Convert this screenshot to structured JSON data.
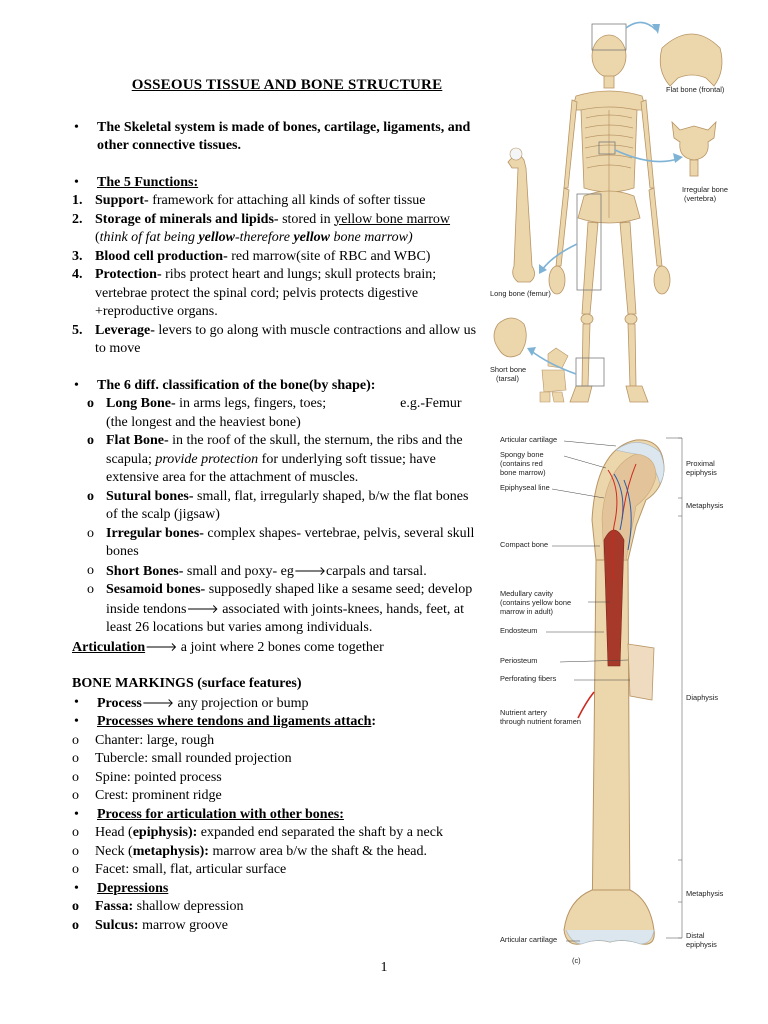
{
  "document": {
    "title": "OSSEOUS TISSUE AND BONE STRUCTURE",
    "page_number": "1"
  },
  "intro": {
    "bullet": "•",
    "text": "The Skeletal system is made of bones, cartilage, ligaments, and other connective tissues."
  },
  "functions": {
    "heading": "The 5 Functions:",
    "items": [
      {
        "num": "1.",
        "term": "Support-",
        "text": " framework for attaching all kinds of softer tissue"
      },
      {
        "num": "2.",
        "term": "Storage of minerals and lipids-",
        "text": " stored in ",
        "underlined": "yellow bone marrow",
        "note_open": "(",
        "note_a": "think of fat being ",
        "note_b": "yellow",
        "note_c": "-therefore ",
        "note_d": "yellow",
        "note_e": " bone marrow)"
      },
      {
        "num": "3.",
        "term": "Blood cell production-",
        "text": " red marrow(site of RBC and WBC)"
      },
      {
        "num": "4.",
        "term": "Protection-",
        "text": " ribs protect heart and lungs; skull protects brain; vertebrae protect the spinal cord; pelvis protects digestive +reproductive organs."
      },
      {
        "num": "5.",
        "term": "Leverage-",
        "text": " levers to go along with muscle contractions and allow us to move"
      }
    ]
  },
  "classification": {
    "heading": "The 6 diff. classification of the bone(by shape):",
    "sub_marker": "o",
    "items": [
      {
        "term": "Long Bone-",
        "text": " in arms legs, fingers, toes;",
        "extra": "e.g.-Femur",
        "text2": "(the longest and the heaviest bone)"
      },
      {
        "term": "Flat Bone-",
        "text": " in the roof of the skull, the sternum, the ribs and the scapula; ",
        "italic": "provide protection",
        "text2": " for underlying soft tissue; have extensive area for the attachment of muscles."
      },
      {
        "term": "Sutural bones-",
        "text": " small, flat, irregularly shaped, b/w the flat bones of the scalp (jigsaw)"
      },
      {
        "term": "Irregular bones-",
        "text": " complex shapes- vertebrae, pelvis, several skull bones"
      },
      {
        "term": "Short Bones-",
        "text": " small and poxy- eg",
        "arrow": "🡒",
        "text2": "carpals and tarsal."
      },
      {
        "term": "Sesamoid bones-",
        "text": " supposedly shaped like a sesame seed; develop inside tendons",
        "arrow": "🡒",
        "text2": " associated with joints-knees, hands, feet, at least 26 locations but varies among individuals."
      }
    ],
    "articulation": {
      "term": "Articulation",
      "arrow": "🡒",
      "text": " a joint where 2 bones come together"
    }
  },
  "markings": {
    "heading": "BONE MARKINGS (surface features)",
    "process": {
      "term": "Process",
      "arrow": "🡒",
      "text": " any projection or bump"
    },
    "tendons": {
      "heading": "Processes where tendons and ligaments attach",
      "colon": ":",
      "items": [
        "Chanter: large, rough",
        "Tubercle: small rounded projection",
        "Spine: pointed process",
        "Crest: prominent ridge"
      ]
    },
    "articulation": {
      "heading": "Process for articulation with other bones:",
      "items": [
        {
          "a": "Head (",
          "b": "epiphysis):",
          "c": " expanded end separated the shaft by a neck"
        },
        {
          "a": "Neck (",
          "b": "metaphysis):",
          "c": " marrow area b/w the shaft & the head."
        },
        {
          "a": "Facet: small, flat, articular surface",
          "b": "",
          "c": ""
        }
      ]
    },
    "depressions": {
      "heading": "Depressions",
      "items": [
        {
          "term": "Fassa:",
          "text": " shallow depression"
        },
        {
          "term": "Sulcus:",
          "text": " marrow groove"
        }
      ]
    }
  },
  "figure_skeleton": {
    "labels": {
      "flat": "Flat bone (frontal)",
      "irregular_1": "Irregular bone",
      "irregular_2": "(vertebra)",
      "long": "Long bone (femur)",
      "short_1": "Short bone",
      "short_2": "(tarsal)"
    }
  },
  "figure_femur": {
    "labels_left": {
      "articular_top": "Articular cartilage",
      "spongy_1": "Spongy bone",
      "spongy_2": "(contains red",
      "spongy_3": "bone marrow)",
      "epiphyseal": "Epiphyseal line",
      "compact": "Compact bone",
      "medullary_1": "Medullary cavity",
      "medullary_2": "(contains yellow bone",
      "medullary_3": "marrow in adult)",
      "endosteum": "Endosteum",
      "periosteum": "Periosteum",
      "perforating": "Perforating fibers",
      "nutrient_1": "Nutrient artery",
      "nutrient_2": "through nutrient foramen",
      "articular_bottom": "Articular cartilage"
    },
    "labels_right": {
      "proximal_1": "Proximal",
      "proximal_2": "epiphysis",
      "metaphysis_top": "Metaphysis",
      "diaphysis": "Diaphysis",
      "metaphysis_bottom": "Metaphysis",
      "distal_1": "Distal",
      "distal_2": "epiphysis"
    },
    "panel": "(c)"
  },
  "colors": {
    "bone": "#ecd6ac",
    "bone_dark": "#c9a877",
    "marrow": "#a6392a",
    "cartilage": "#dbe6ee",
    "vessel_red": "#cc2a1f",
    "vessel_blue": "#2b5aa8"
  }
}
